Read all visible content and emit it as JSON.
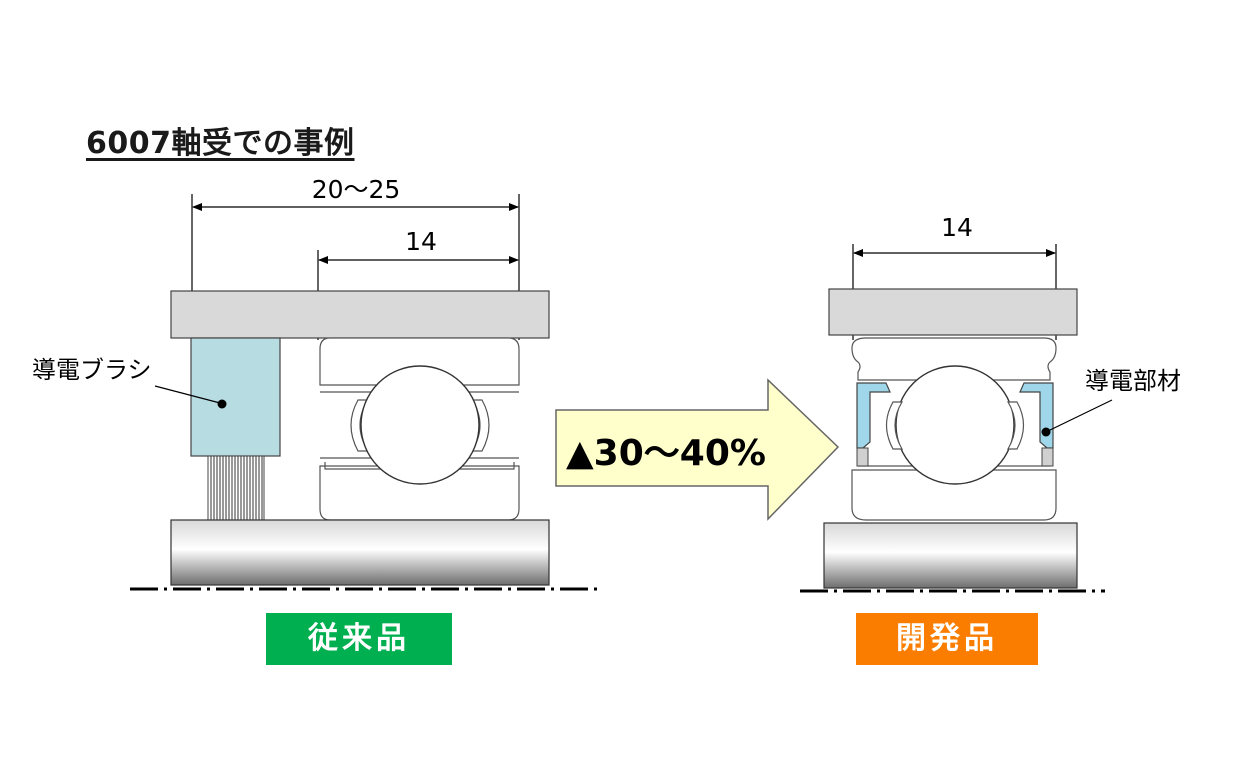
{
  "title": "6007軸受での事例",
  "conventional": {
    "dim_outer": "20～25",
    "dim_inner": "14",
    "brush_label": "導電ブラシ",
    "badge": "従来品"
  },
  "developed": {
    "dim": "14",
    "member_label": "導電部材",
    "badge": "開発品"
  },
  "reduction": "▲30～40%",
  "colors": {
    "conventional_badge": "#00b050",
    "developed_badge": "#fa7d00",
    "arrow_fill": "#ffffcc",
    "brush_fill": "#b7dde3",
    "member_fill": "#9fd6ea"
  }
}
